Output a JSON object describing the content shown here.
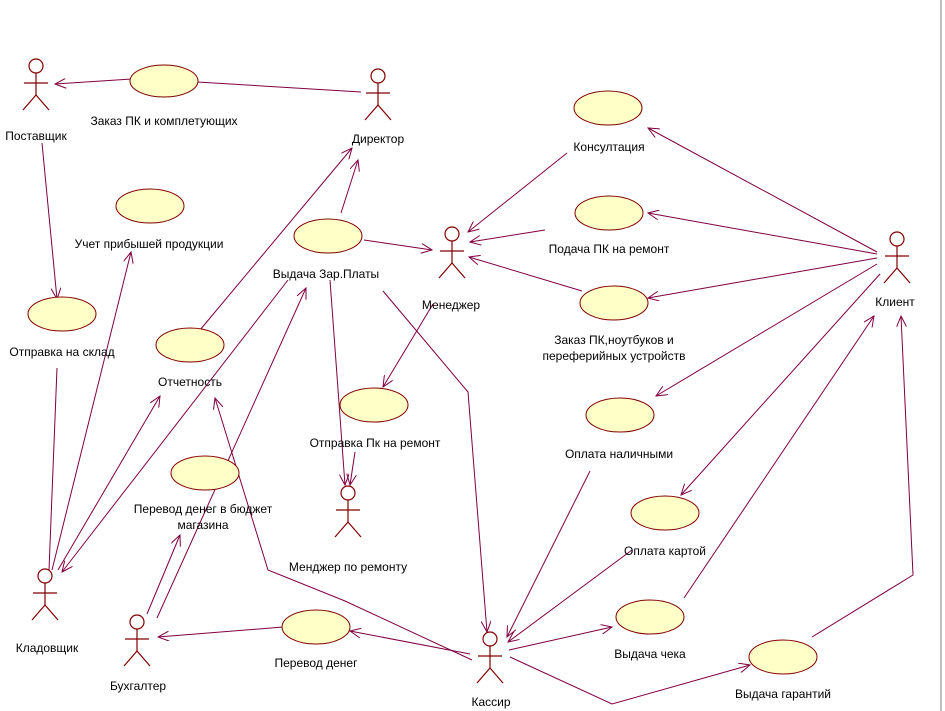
{
  "colors": {
    "use_case_fill": "#ffffc8",
    "outline": "#800000",
    "edge": "#800040"
  },
  "actors": {
    "supplier": "Поставщик",
    "director": "Директор",
    "manager": "Менеджер",
    "client": "Клиент",
    "storekeeper": "Кладовщик",
    "repair_manager": "Менджер по ремонту",
    "accountant": "Бухгалтер",
    "cashier": "Кассир"
  },
  "use_cases": {
    "order_pc": "Заказ ПК и комплетующих",
    "profit_products": "Учет прибышей продукции",
    "ship_to_warehouse": "Отправка на склад",
    "reporting": "Отчетность",
    "salary": "Выдача Зар.Платы",
    "consultation": "Консултация",
    "submit_repair": "Подача ПК на ремонт",
    "order_devices_1": "Заказ ПК,ноутбуков и",
    "order_devices_2": "переферийных устройств",
    "send_repair": "Отправка Пк на ремонт",
    "cash_payment": "Оплата наличными",
    "card_payment": "Оплата картой",
    "budget_1": "Перевод денег в бюджет",
    "budget_2": "магазина",
    "money_transfer": "Перевод денег",
    "receipt": "Выдача чека",
    "warranty": "Выдача гарантий"
  }
}
